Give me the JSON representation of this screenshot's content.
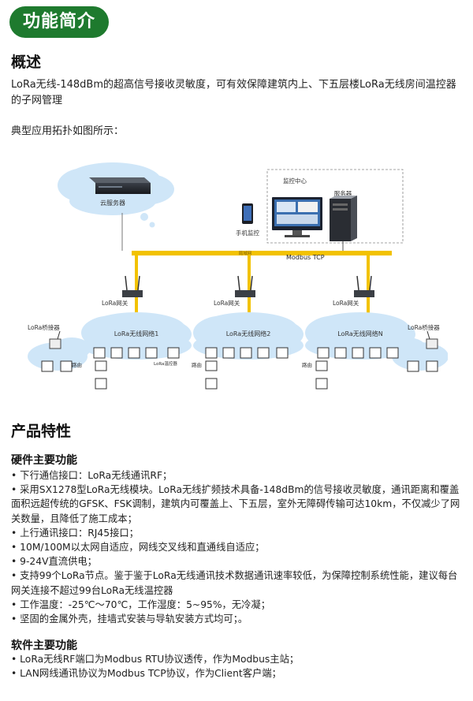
{
  "badge": "功能简介",
  "overview": {
    "heading": "概述",
    "text": "LoRa无线-148dBm的超高信号接收灵敏度，可有效保障建筑内上、下五层楼LoRa无线房间温控器的子网管理",
    "topology_caption": "典型应用拓扑如图所示："
  },
  "diagram": {
    "cloud_server": "云服务器",
    "monitor_center": "监控中心",
    "server": "服务器",
    "mobile_monitor": "手机监控",
    "bus_tag": "局域网",
    "bus_label": "Modbus TCP",
    "gateways": [
      "LoRa网关",
      "LoRa网关",
      "LoRa网关"
    ],
    "networks": [
      "LoRa无线网络1",
      "LoRa无线网络2",
      "LoRa无线网络N"
    ],
    "bridge_left": "LoRa桥接器",
    "bridge_right": "LoRa桥接器",
    "router": "路由",
    "thermostat": "LoRa温控器"
  },
  "features": {
    "heading": "产品特性",
    "hardware_heading": "硬件主要功能",
    "hardware_items": [
      "下行通信接口：LoRa无线通讯RF；",
      " 采用SX1278型LoRa无线模块。LoRa无线扩频技术具备-148dBm的信号接收灵敏度，通讯距离和覆盖面积远超传统的GFSK、FSK调制，建筑内可覆盖上、下五层，室外无障碍传输可达10km，不仅减少了网关数量，且降低了施工成本；",
      "上行通讯接口：RJ45接口；",
      "10M/100M以太网自适应，网线交叉线和直通线自适应；",
      "9-24V直流供电；",
      " 支持99个LoRa节点。鉴于鉴于LoRa无线通讯技术数据通讯速率较低，为保障控制系统性能，建议每台网关连接不超过99台LoRa无线温控器",
      "工作温度：-25℃～70℃，工作湿度：5~95%，无冷凝；",
      "坚固的金属外壳，挂墙式安装与导轨安装方式均可；。"
    ],
    "software_heading": "软件主要功能",
    "software_items": [
      "LoRa无线RF端口为Modbus RTU协议透传，作为Modbus主站；",
      "LAN网线通讯协议为Modbus TCP协议，作为Client客户端；"
    ]
  },
  "colors": {
    "badge": "#1e7a2e",
    "bus": "#f2c200",
    "cloud": "#cfe6f8"
  }
}
